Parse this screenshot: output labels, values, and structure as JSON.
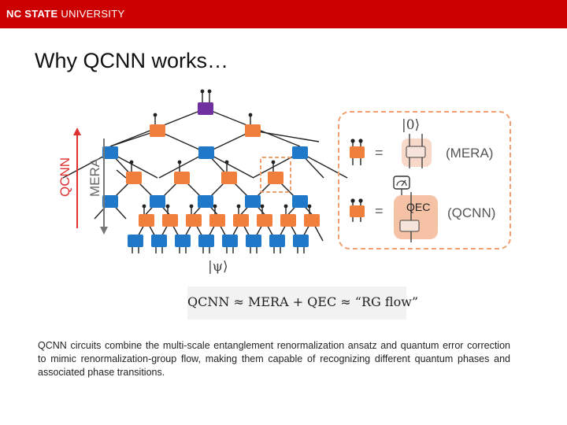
{
  "header": {
    "logo_bold": "NC STATE",
    "logo_rest": " UNIVERSITY",
    "bar_color": "#cc0000"
  },
  "slide": {
    "title": "Why QCNN works…"
  },
  "diagram": {
    "qcnn_axis_label": "QCNN",
    "mera_axis_label": "MERA",
    "input_state_label": "|ψ⟩",
    "ket_zero_label": "|0⟩",
    "equals_symbol": "=",
    "mera_label": "(MERA)",
    "qec_box_label": "QEC",
    "qcnn_label": "(QCNN)",
    "colors": {
      "orange": "#f07f3c",
      "blue": "#1f78c8",
      "purple": "#7030a0",
      "qcnn_arrow": "#e03030",
      "dashed_box": "#f0a070",
      "qec_fill": "#f6c2a6",
      "mera_fill": "#f8d8c8"
    },
    "icons": [
      "measurement-icon"
    ]
  },
  "formula": {
    "text": "QCNN ≈ MERA + QEC ≈ “RG flow”"
  },
  "caption": {
    "text": "QCNN circuits combine the multi-scale entanglement renormalization ansatz and quantum error correction to mimic renormalization-group flow, making them capable of recognizing different quantum phases and associated phase transitions."
  }
}
